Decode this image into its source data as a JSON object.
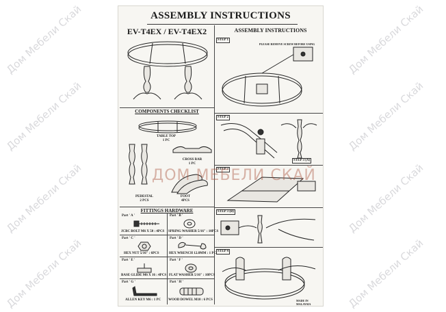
{
  "document": {
    "title": "ASSEMBLY INSTRUCTIONS",
    "models": "EV-T4EX / EV-T4EX2",
    "right_title": "ASSEMBLY INSTRUCTIONS",
    "components_title": "COMPONENTS CHECKLIST",
    "fittings_title": "FITTINGS HARDWARE",
    "components": {
      "table_top": "TABLE TOP",
      "table_top_qty": "1 PC",
      "cross_bar": "CROSS BAR",
      "cross_bar_qty": "1 PC",
      "pedestal": "PEDESTAL",
      "pedestal_qty": "2 PCS",
      "foot": "FOOT",
      "foot_qty": "4PCS"
    },
    "fittings": [
      {
        "part": "Part ' A '",
        "desc": "JCBC BOLT M6 X 50 : 4PCS"
      },
      {
        "part": "Part ' B '",
        "desc": "SPRING WASHER 5/16\" : 10PCS"
      },
      {
        "part": "Part ' C '",
        "desc": "HEX NUT 5/16\" : 6PCS"
      },
      {
        "part": "Part ' D '",
        "desc": "HEX WRENCH 12.8MM : 1 PC"
      },
      {
        "part": "Part ' E '",
        "desc": "BASE GLIDE M6 X 16 : 4PCS"
      },
      {
        "part": "Part ' F '",
        "desc": "FLAT WASHER 5/16\" : 10PCS"
      },
      {
        "part": "Part ' G '",
        "desc": "ALLEN KEY M6 : 1 PC"
      },
      {
        "part": "Part ' H '",
        "desc": "WOOD DOWEL M10 : 6 PCS"
      }
    ],
    "steps": [
      "STEP 1",
      "STEP 2",
      "STEP 3 (A)",
      "STEP 3",
      "STEP 3 (B)",
      "STEP 4"
    ],
    "step1_note": "PLEASE REMOVE SCREW BEFORE USING",
    "made_in": "MADE IN MALAYSIA"
  },
  "watermark": {
    "text": "Дом Мебели Скай",
    "center_text": "ДОМ МЕБЕЛИ СКАЙ"
  }
}
